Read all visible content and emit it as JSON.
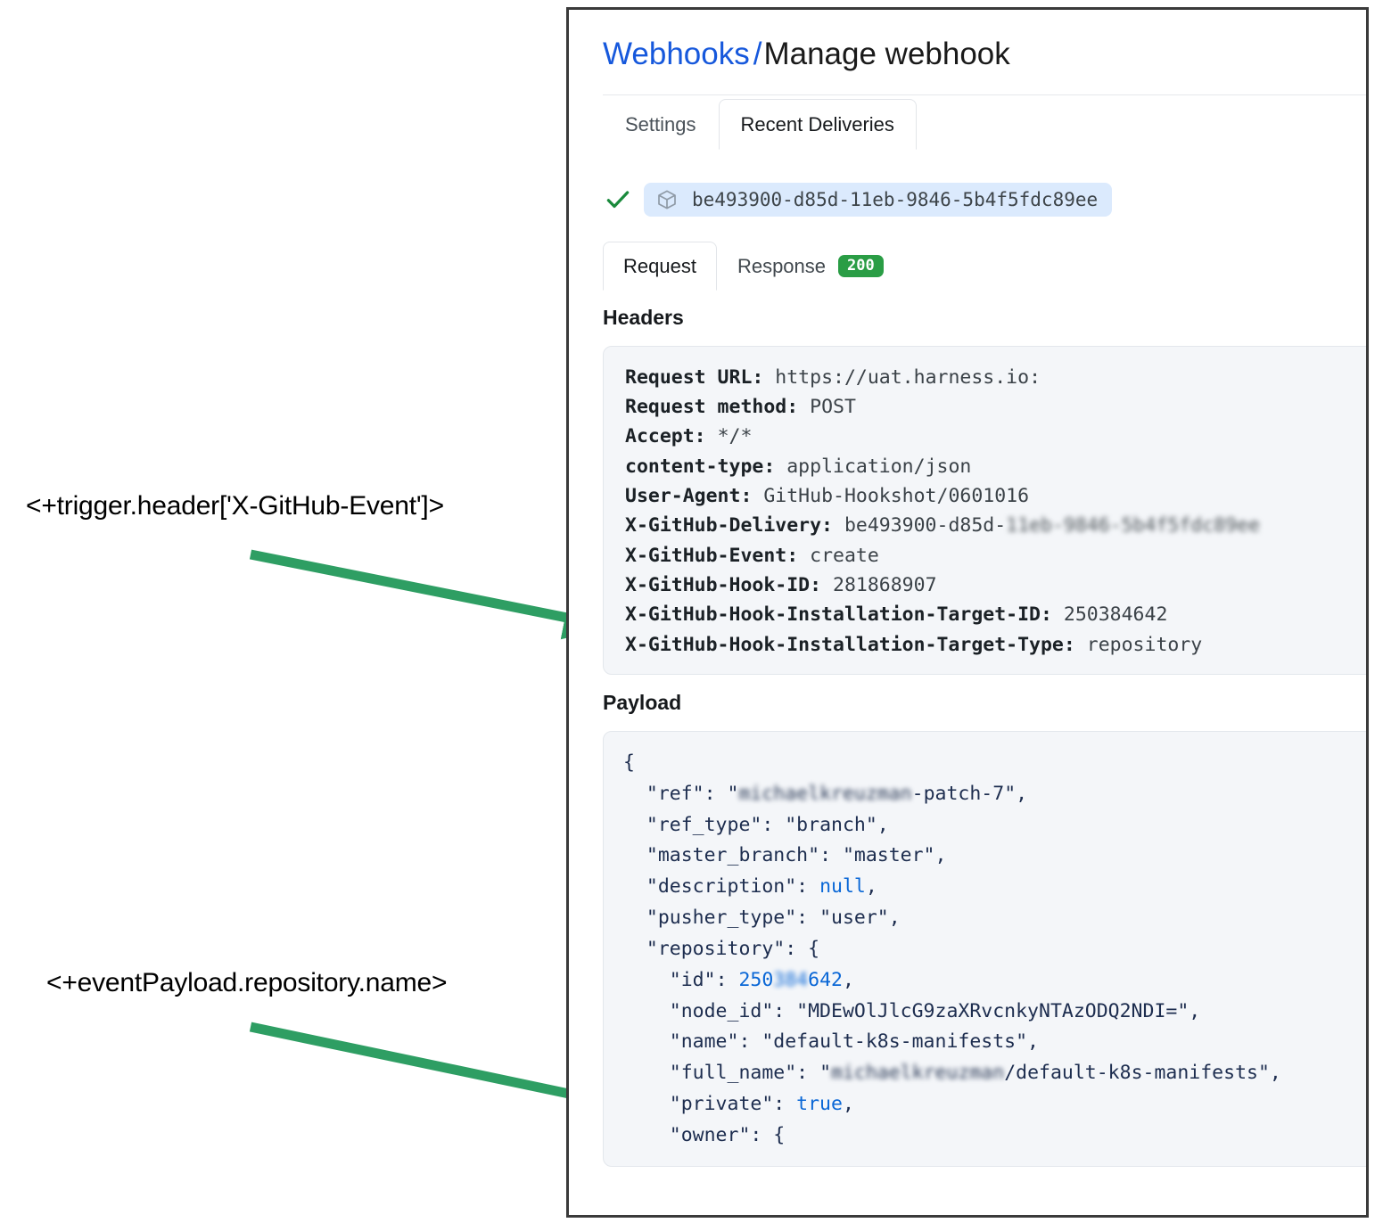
{
  "annotations": [
    {
      "id": "trigger-header-expression",
      "text": "<+trigger.header['X-GitHub-Event']>"
    },
    {
      "id": "event-payload-expression",
      "text": "<+eventPayload.repository.name>"
    }
  ],
  "accent_colors": {
    "arrow_green": "#2e9e63",
    "link_blue": "#1658dc",
    "status_green": "#2a9d45",
    "pill_blue": "#dbeafd",
    "code_bg": "#f4f6f9",
    "json_key": "#1d2d4f",
    "json_literal": "#0a67d6"
  },
  "breadcrumb": {
    "link": "Webhooks",
    "separator": "/",
    "current": "Manage webhook"
  },
  "tabs": [
    {
      "label": "Settings",
      "active": false
    },
    {
      "label": "Recent Deliveries",
      "active": true
    }
  ],
  "delivery": {
    "status_icon": "check-icon",
    "package_icon": "cube-icon",
    "id": "be493900-d85d-11eb-9846-5b4f5fdc89ee"
  },
  "detail_tabs": [
    {
      "label": "Request",
      "active": true,
      "badge": null
    },
    {
      "label": "Response",
      "active": false,
      "badge": "200"
    }
  ],
  "headers_section": {
    "title": "Headers",
    "rows": [
      {
        "name": "Request URL:",
        "value": "https://uat.harness.io:",
        "redacted": false
      },
      {
        "name": "Request method:",
        "value": "POST",
        "redacted": false
      },
      {
        "name": "Accept:",
        "value": "*/*",
        "redacted": false
      },
      {
        "name": "content-type:",
        "value": "application/json",
        "redacted": false
      },
      {
        "name": "User-Agent:",
        "value": "GitHub-Hookshot/0601016",
        "redacted": false
      },
      {
        "name": "X-GitHub-Delivery:",
        "value": "be493900-d85d-",
        "redacted": true,
        "redacted_value": "11eb-9846-5b4f5fdc89ee"
      },
      {
        "name": "X-GitHub-Event:",
        "value": "create",
        "redacted": false
      },
      {
        "name": "X-GitHub-Hook-ID:",
        "value": "281868907",
        "redacted": false
      },
      {
        "name": "X-GitHub-Hook-Installation-Target-ID:",
        "value": "250384642",
        "redacted": false
      },
      {
        "name": "X-GitHub-Hook-Installation-Target-Type:",
        "value": "repository",
        "redacted": false
      }
    ]
  },
  "payload_section": {
    "title": "Payload",
    "lines": [
      "{",
      "  \"ref\": \"<redacted>-patch-7\",",
      "  \"ref_type\": \"branch\",",
      "  \"master_branch\": \"master\",",
      "  \"description\": null,",
      "  \"pusher_type\": \"user\",",
      "  \"repository\": {",
      "    \"id\": 250384642,",
      "    \"node_id\": \"MDEwOlJlcG9zaXRvcnkyNTAzODQ2NDI=\",",
      "    \"name\": \"default-k8s-manifests\",",
      "    \"full_name\": \"<redacted>/default-k8s-manifests\",",
      "    \"private\": true,",
      "    \"owner\": {"
    ],
    "redacted_owner_placeholder": "michaelkreuzman"
  }
}
